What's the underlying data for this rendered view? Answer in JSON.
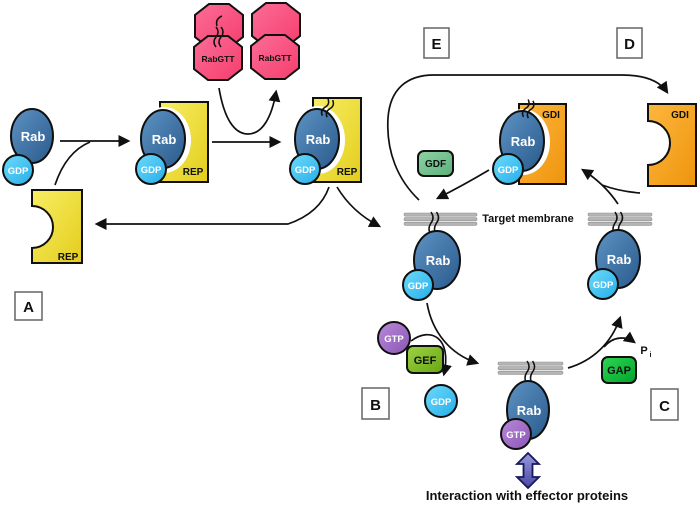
{
  "diagram": {
    "type": "pathway-diagram",
    "subject": "Rab GTPase cycle",
    "panel_labels": {
      "a": "A",
      "b": "B",
      "c": "C",
      "d": "D",
      "e": "E"
    },
    "molecules": {
      "rab": "Rab",
      "gdp": "GDP",
      "gtp": "GTP",
      "rep": "REP",
      "gdi": "GDI",
      "gdf": "GDF",
      "gef": "GEF",
      "gap": "GAP",
      "rabggtase": "RabGTT",
      "phosphate_main": "P",
      "phosphate_sub": "i"
    },
    "annotations": {
      "target_membrane": "Target membrane",
      "effector_interaction": "Interaction with effector proteins"
    },
    "colors": {
      "rab_blue": "#3c6fa5",
      "gdp_cyan": "#45c3f0",
      "gtp_purple": "#9c68c0",
      "rep_yellow": "#f2e03a",
      "gdi_orange": "#f8a525",
      "rabggtase_pink": "#fa4d80",
      "gdf_green": "#74c48f",
      "gef_green": "#82c32c",
      "gap_green": "#10c341",
      "membrane_gray": "#b5b5b5",
      "effector_arrow_blue": "#6565bd"
    }
  }
}
